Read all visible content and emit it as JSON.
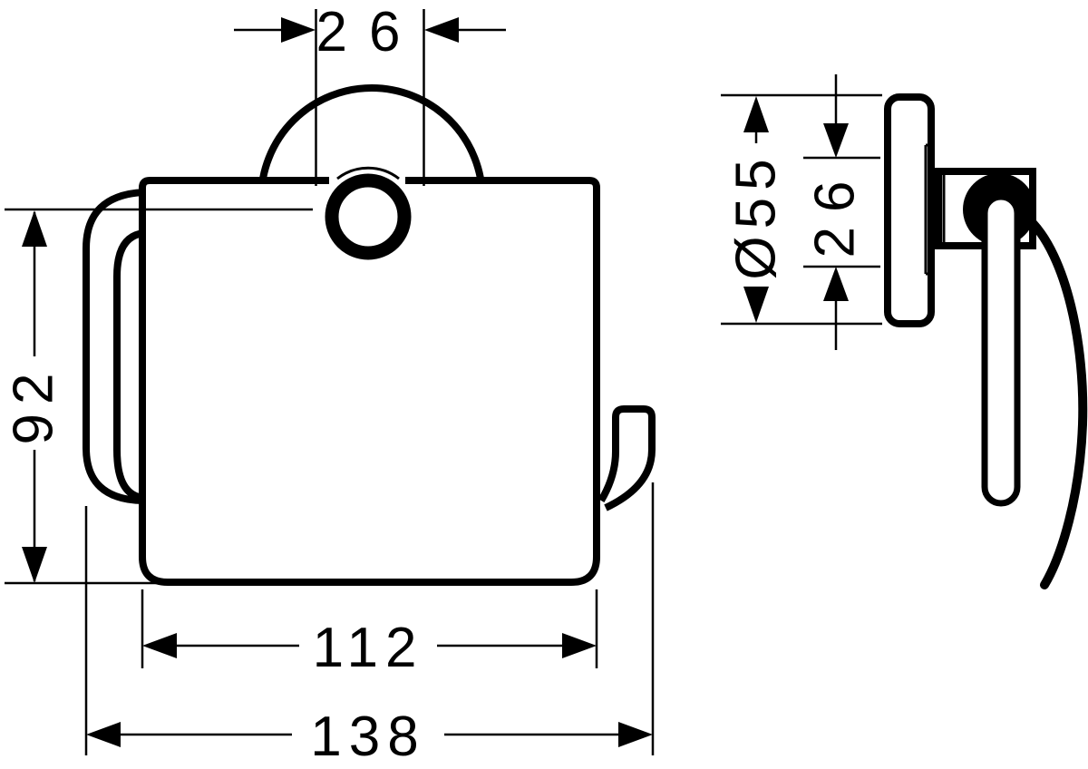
{
  "colors": {
    "ink": "#000000",
    "background": "#ffffff"
  },
  "front_view": {
    "dim_top_width": {
      "label": "26",
      "orientation": "horizontal",
      "position": "top"
    },
    "dim_height": {
      "label": "92",
      "orientation": "vertical",
      "position": "left"
    },
    "dim_inner_width": {
      "label": "112",
      "orientation": "horizontal",
      "position": "bottom"
    },
    "dim_overall_width": {
      "label": "138",
      "orientation": "horizontal",
      "position": "bottom"
    }
  },
  "side_view": {
    "dim_diameter": {
      "label": "Ø55",
      "orientation": "vertical",
      "position": "left"
    },
    "dim_depth": {
      "label": "26",
      "orientation": "vertical",
      "position": "left"
    }
  }
}
